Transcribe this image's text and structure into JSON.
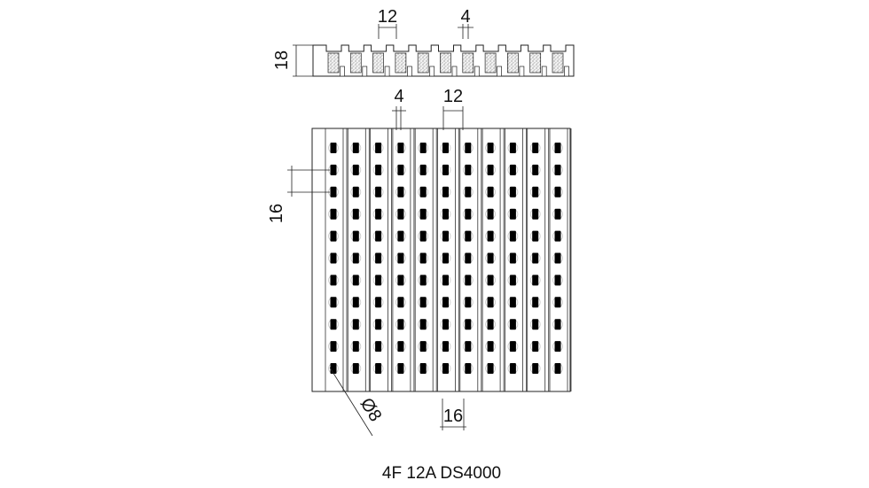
{
  "drawing": {
    "caption": "4F 12A DS4000",
    "dimensions": {
      "top_slot_width": "12",
      "top_gap_width": "4",
      "profile_height": "18",
      "plan_gap_width": "4",
      "plan_slot_width": "12",
      "row_pitch": "16",
      "bottom_pitch": "16",
      "hole_diameter": "Ø8"
    },
    "colors": {
      "line": "#222222",
      "fill_black": "#000000",
      "background": "#ffffff"
    }
  }
}
